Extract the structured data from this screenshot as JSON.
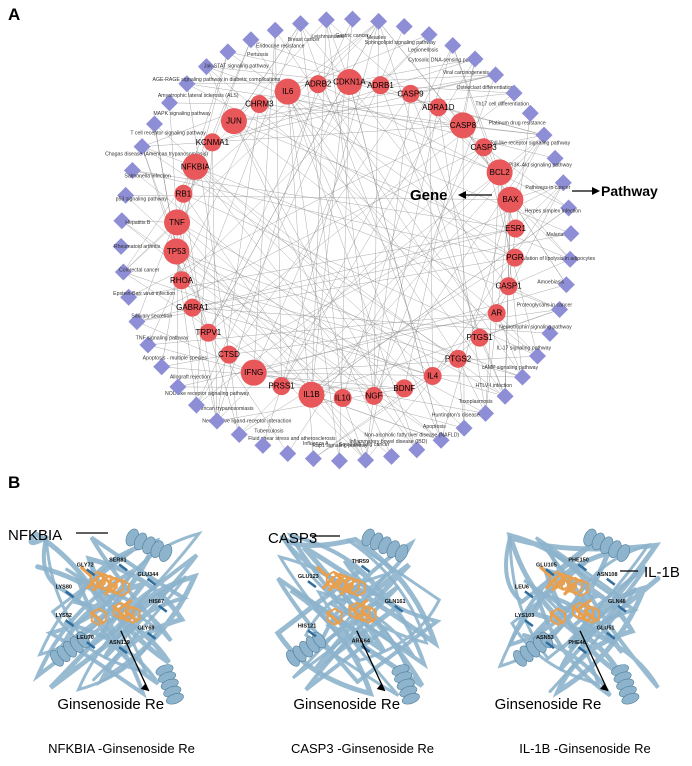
{
  "panel_a": {
    "letter": "A",
    "colors": {
      "gene_fill": "#e8575a",
      "pathway_fill": "#8e8ed6",
      "edge": "#8c8c8c"
    },
    "genes": [
      {
        "name": "IL6",
        "big": true
      },
      {
        "name": "ADRB2",
        "big": false
      },
      {
        "name": "CDKN1A",
        "big": true
      },
      {
        "name": "ADRB1",
        "big": false
      },
      {
        "name": "CASP9",
        "big": false
      },
      {
        "name": "ADRA1D",
        "big": false
      },
      {
        "name": "CASP8",
        "big": true
      },
      {
        "name": "CASP3",
        "big": false
      },
      {
        "name": "BCL2",
        "big": true
      },
      {
        "name": "BAX",
        "big": true
      },
      {
        "name": "ESR1",
        "big": false
      },
      {
        "name": "PGR",
        "big": false
      },
      {
        "name": "CASP1",
        "big": false
      },
      {
        "name": "AR",
        "big": false
      },
      {
        "name": "PTGS1",
        "big": false
      },
      {
        "name": "PTGS2",
        "big": false
      },
      {
        "name": "IL4",
        "big": false
      },
      {
        "name": "BDNF",
        "big": false
      },
      {
        "name": "NGF",
        "big": false
      },
      {
        "name": "IL10",
        "big": false
      },
      {
        "name": "IL1B",
        "big": true
      },
      {
        "name": "PRSS1",
        "big": false
      },
      {
        "name": "IFNG",
        "big": true
      },
      {
        "name": "CTSD",
        "big": false
      },
      {
        "name": "TRPV1",
        "big": false
      },
      {
        "name": "GABRA1",
        "big": false
      },
      {
        "name": "RHOA",
        "big": false
      },
      {
        "name": "TP53",
        "big": true
      },
      {
        "name": "TNF",
        "big": true
      },
      {
        "name": "RB1",
        "big": false
      },
      {
        "name": "NFKBIA",
        "big": true
      },
      {
        "name": "KCNMA1",
        "big": false
      },
      {
        "name": "JUN",
        "big": true
      },
      {
        "name": "CHRM3",
        "big": false
      }
    ],
    "pathways": [
      "Endocrine resistance",
      "Breast cancer",
      "Leishmaniasis",
      "Gastric cancer",
      "Measles",
      "Sphingolipid signaling pathway",
      "Legionellosis",
      "Cytosolic DNA-sensing pathway",
      "Viral carcinogenesis",
      "Osteoclast differentiation",
      "Th17 cell differentiation",
      "Platinum drug resistance",
      "Toll-like receptor signaling pathway",
      "PI3K-Akt signaling pathway",
      "Pathways in cancer",
      "Herpes simplex infection",
      "Malaria",
      "Regulation of lipolysis in adipocytes",
      "Amoebiasis",
      "Proteoglycans in cancer",
      "Neurotrophin signaling pathway",
      "IL-17 signaling pathway",
      "cAMP signaling pathway",
      "HTLV-I infection",
      "Toxoplasmosis",
      "Huntington's disease",
      "Apoptosis",
      "Non-alcoholic fatty liver disease (NAFLD)",
      "Inflammatory bowel disease (IBD)",
      "Small cell lung cancer",
      "Rap1 signaling pathway",
      "Influenza A",
      "Fluid shear stress and atherosclerosis",
      "Tuberculosis",
      "Neuroactive ligand-receptor interaction",
      "African trypanosomiasis",
      "NOD-like receptor signaling pathway",
      "Allograft rejection",
      "Apoptosis - multiple species",
      "TNF signaling pathway",
      "Salivary secretion",
      "Epstein-Barr virus infection",
      "Colorectal cancer",
      "Rheumatoid arthritis",
      "Hepatitis B",
      "p53 signaling pathway",
      "Salmonella infection",
      "Chagas disease (American trypanosomiasis)",
      "T cell receptor signaling pathway",
      "MAPK signaling pathway",
      "Amyotrophic lateral sclerosis (ALS)",
      "AGE-RAGE signaling pathway in diabetic complications",
      "Jak-STAT signaling pathway",
      "Pertussis"
    ],
    "callout_gene": "Gene",
    "callout_pathway": "Pathway"
  },
  "panel_b": {
    "letter": "B",
    "colors": {
      "protein": "#8db4cc",
      "protein_dark": "#4f7c99",
      "ligand": "#e8a04e",
      "residue": "#2f6e9e"
    },
    "structures": [
      {
        "protein": "NFKBIA",
        "ligand": "Ginsenoside Re",
        "caption": "NFKBIA -Ginsenoside Re",
        "residues": [
          "HIS67",
          "GLY69",
          "ASN139",
          "LEU70",
          "LYS52",
          "LYS80",
          "GLY72",
          "SER81",
          "GLU344"
        ]
      },
      {
        "protein": "CASP3",
        "ligand": "Ginsenoside Re",
        "caption": "CASP3 -Ginsenoside Re",
        "residues": [
          "GLN161",
          "ARG64",
          "HIS121",
          "GLU123",
          "THR59"
        ]
      },
      {
        "protein": "IL-1B",
        "ligand": "Ginsenoside Re",
        "caption": "IL-1B -Ginsenoside Re",
        "residues": [
          "GLN48",
          "GLU51",
          "PHE46",
          "ASN53",
          "LYS103",
          "LEU6",
          "GLU105",
          "PHE150",
          "ASN108"
        ]
      }
    ]
  }
}
